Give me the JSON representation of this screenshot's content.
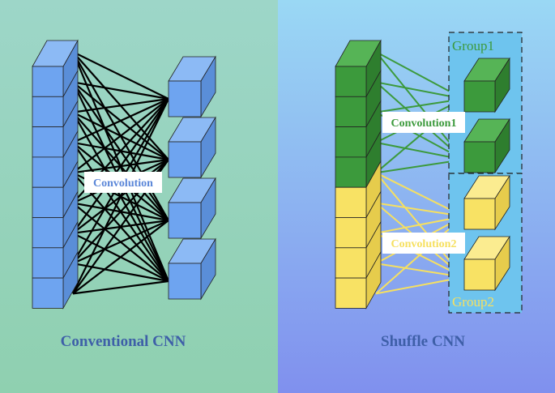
{
  "colors": {
    "left_bg_top": "#9dd6c8",
    "left_bg_bottom": "#8fd0b0",
    "right_bg_top": "#9ad8f4",
    "right_bg_bottom": "#8090ee",
    "blue_cube": "#6ea4f0",
    "blue_cube_top": "#8cbaf5",
    "blue_cube_side": "#5a8ed8",
    "green_cube": "#3c9a3c",
    "green_cube_top": "#56b456",
    "green_cube_side": "#2e7e2e",
    "yellow_cube": "#f8e264",
    "yellow_cube_top": "#fbec90",
    "yellow_cube_side": "#e6cc4c",
    "black_line": "#000000",
    "green_line": "#3c9a3c",
    "yellow_line": "#f6e060",
    "caption_color": "#3e5fa8",
    "group_box_fill": "#6ec4ee",
    "group1_text": "#3c9a3c",
    "group2_text": "#f6e060"
  },
  "left_panel": {
    "convolution_label": "Convolution",
    "caption": "Conventional CNN"
  },
  "right_panel": {
    "convolution1_label": "Convolution1",
    "convolution2_label": "Convolution2",
    "group1_label": "Group1",
    "group2_label": "Group2",
    "caption": "Shuffle CNN"
  }
}
